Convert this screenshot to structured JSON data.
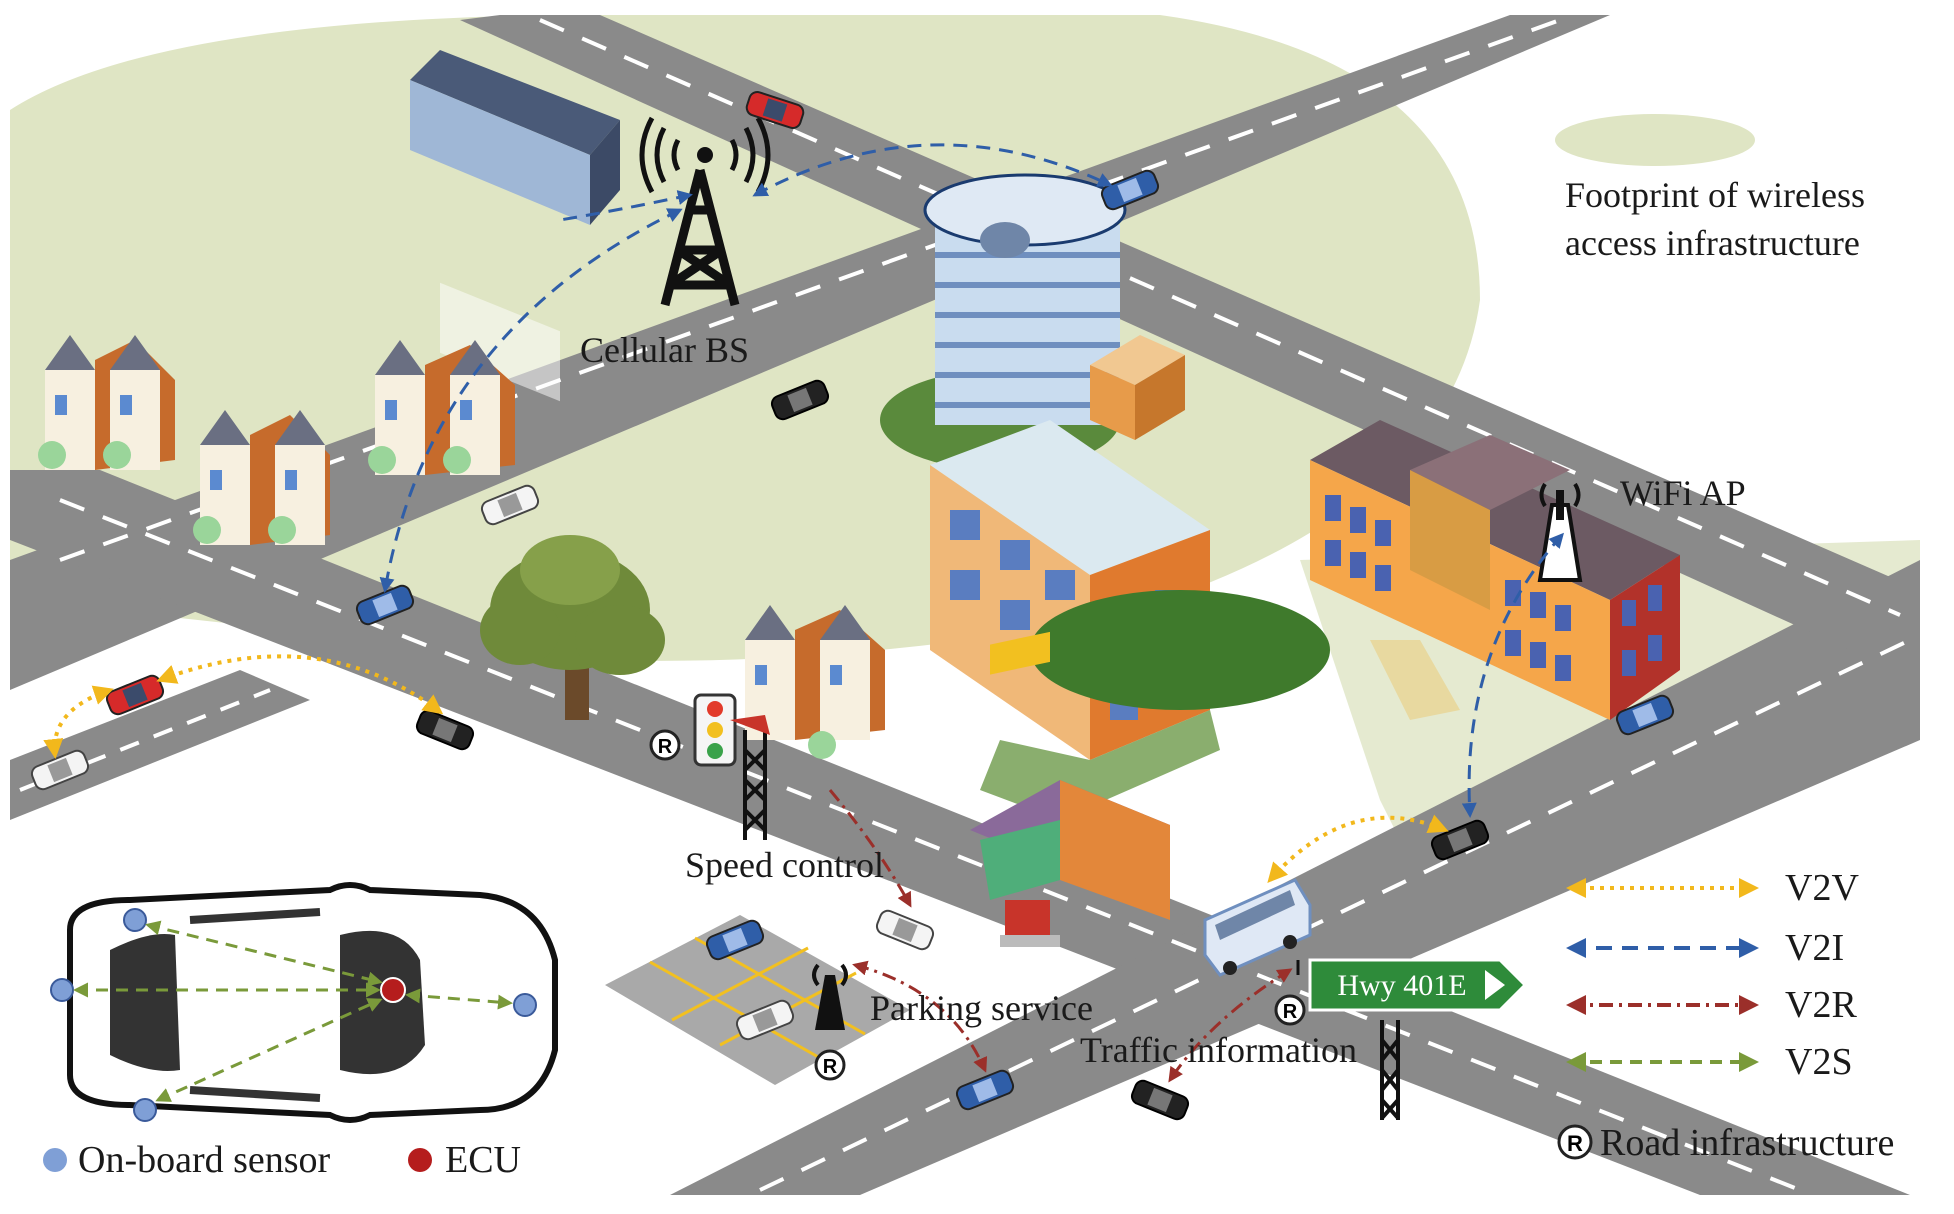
{
  "labels": {
    "cellular_bs": "Cellular BS",
    "wifi_ap": "WiFi AP",
    "speed_control": "Speed control",
    "parking_service": "Parking service",
    "traffic_information": "Traffic information",
    "highway_sign": "Hwy 401E",
    "footprint_line1": "Footprint of wireless",
    "footprint_line2": "access infrastructure"
  },
  "legend": {
    "links": [
      {
        "label": "V2V",
        "color": "#f2b81c",
        "style": "dotted"
      },
      {
        "label": "V2I",
        "color": "#2f5ea8",
        "style": "dashed"
      },
      {
        "label": "V2R",
        "color": "#9b2f2a",
        "style": "dash-dot"
      },
      {
        "label": "V2S",
        "color": "#7a9a3a",
        "style": "dashed"
      }
    ],
    "road_infrastructure_symbol": "R",
    "road_infrastructure": "Road infrastructure",
    "sensor": "On-board sensor",
    "ecu": "ECU"
  },
  "colors": {
    "footprint": "#dfe5c4",
    "road": "#8a8a8a",
    "road_edge": "#6d6d6d",
    "lane_mark": "#ffffff",
    "v2v": "#f2b81c",
    "v2i": "#2f5ea8",
    "v2r": "#9b2f2a",
    "v2s": "#7a9a3a",
    "sensor": "#7f9fd6",
    "ecu": "#b51d1d",
    "sign_green": "#2e8b3a"
  }
}
